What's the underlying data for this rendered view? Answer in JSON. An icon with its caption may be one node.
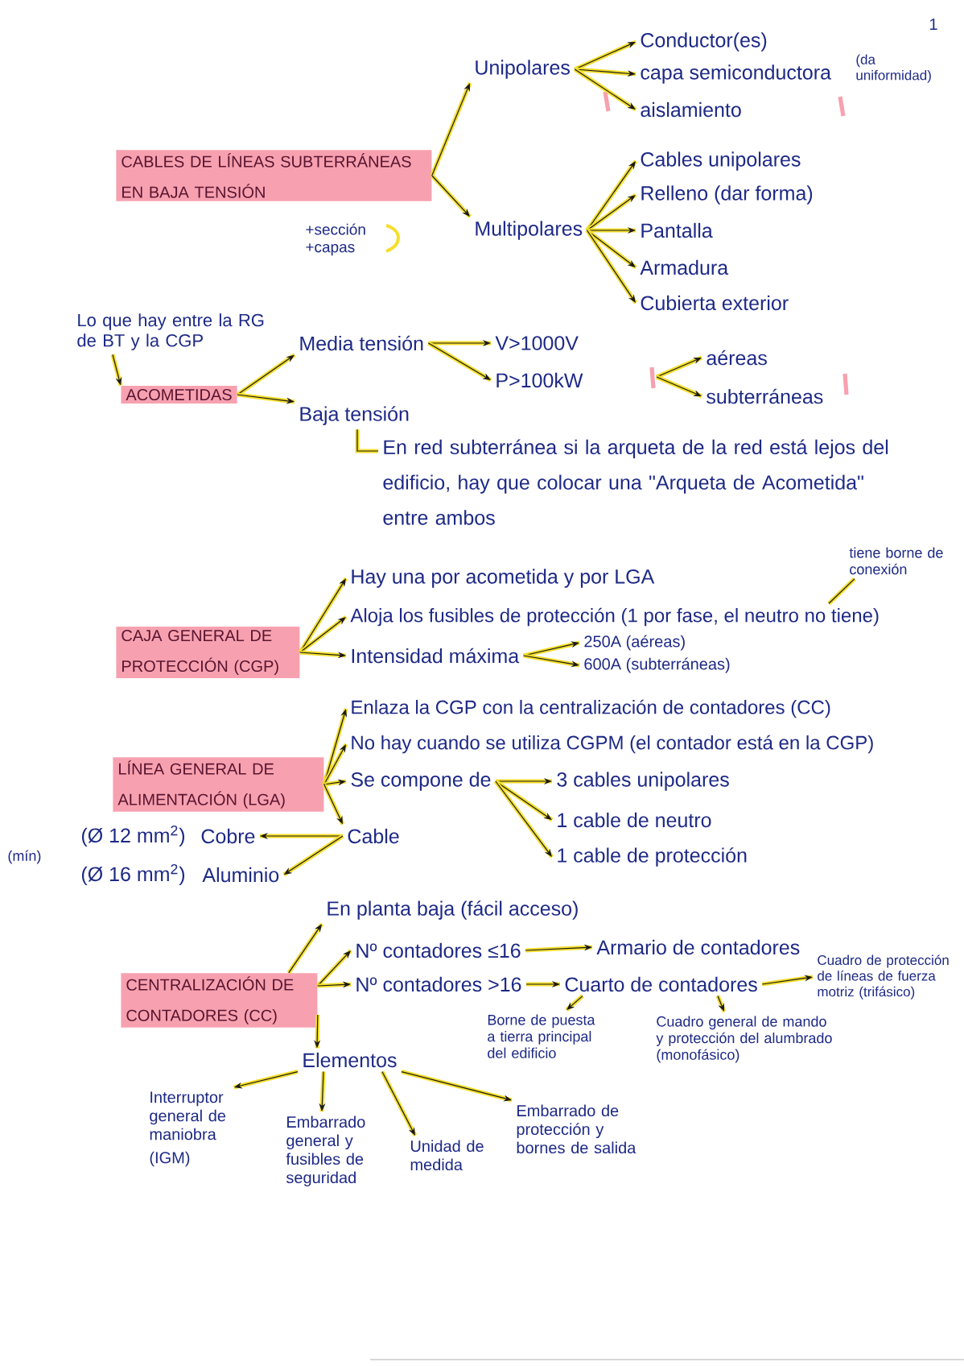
{
  "diagram": {
    "nodes": [
      {
        "text": [
          "CABLES DE LÍNEAS SUBTERRÁNEAS EN BAJA TENSIÓN"
        ]
      },
      {
        "text": [
          "Unipolares"
        ]
      },
      {
        "text": [
          "Conductor(es)"
        ]
      },
      {
        "text": [
          "capa semiconductora"
        ],
        "beside": [
          "(da uniformidad)"
        ]
      },
      {
        "text": [
          "aislamiento"
        ]
      },
      {
        "text": [
          "Multipolares"
        ]
      },
      {
        "text": [
          "Cables unipolares"
        ]
      },
      {
        "text": [
          "Relleno (dar forma)"
        ]
      },
      {
        "text": [
          "Pantalla"
        ]
      },
      {
        "text": [
          "Armadura"
        ]
      },
      {
        "text": [
          "Cubierta exterior"
        ]
      },
      {
        "text": [
          "Lo que hay entre la RG de BT y la CGP"
        ]
      },
      {
        "text": [
          "ACOMETIDAS"
        ]
      },
      {
        "text": [
          "Media tensión"
        ]
      },
      {
        "text": [
          "Baja tensión"
        ]
      },
      {
        "text": [
          "V>1000V"
        ]
      },
      {
        "text": [
          "P>100kW"
        ]
      },
      {
        "text": [
          "aéreas"
        ]
      },
      {
        "text": [
          "subterráneas"
        ]
      },
      {
        "text": [
          "En red subterránea si la arqueta de la red está lejos del edificio, hay que colocar una \"Arqueta de Acometida\" entre ambos"
        ]
      },
      {
        "text": [
          "CAJA GENERAL DE PROTECCIÓN (CGP)"
        ]
      },
      {
        "text": [
          "Hay una por acometida y por LGA"
        ]
      },
      {
        "text": [
          "Aloja los fusibles de protección (1 por fase, el neutro no tiene)"
        ]
      },
      {
        "text": [
          "tiene borne de conexión"
        ]
      },
      {
        "text": [
          "Intensidad máxima"
        ]
      },
      {
        "text": [
          "250A (aéreas)"
        ]
      },
      {
        "text": [
          "600A (subterráneas)"
        ]
      },
      {
        "text": [
          "LÍNEA GENERAL DE ALIMENTACIÓN (LGA)"
        ]
      },
      {
        "text": [
          "Enlaza la CGP con la centralización de contadores (CC)"
        ]
      },
      {
        "text": [
          "No hay cuando se utiliza CGPM (el contador está en la CGP)"
        ]
      },
      {
        "text": [
          "Se compone de"
        ]
      },
      {
        "text": [
          "3 cables unipolares"
        ]
      },
      {
        "text": [
          "1 cable de neutro"
        ]
      },
      {
        "text": [
          "1 cable de protección"
        ]
      },
      {
        "text": [
          "Cable"
        ]
      },
      {
        "text": [
          "Cobre"
        ],
        "beside": [
          "(Ø 12 mm$^{2}$)"
        ]
      },
      {
        "text": [
          "Aluminio"
        ],
        "beside": [
          "(Ø 16 mm$^{2}$)"
        ]
      },
      {
        "text": [
          "CENTRALIZACIÓN DE CONTADORES (CC)"
        ]
      },
      {
        "text": [
          "En planta baja (fácil acceso)"
        ]
      },
      {
        "text": [
          "Nº contadores ≤16"
        ]
      },
      {
        "text": [
          "Armario de contadores"
        ]
      },
      {
        "text": [
          "Nº contadores >16"
        ]
      },
      {
        "text": [
          "Cuarto de contadores"
        ]
      },
      {
        "text": [
          "Cuadro de protección de líneas de fuerza motriz (trifásico)"
        ]
      },
      {
        "text": [
          "Borne de puesta a tierra principal del edificio"
        ]
      },
      {
        "text": [
          "Cuadro general de mando y protección del alumbrado (monofásico)"
        ]
      },
      {
        "text": [
          "Elementos"
        ]
      },
      {
        "text": [
          "Interruptor general de maniobra",
          "(IGM)"
        ]
      },
      {
        "text": [
          "Embarrado general y fusibles de seguridad"
        ]
      },
      {
        "text": [
          "Unidad de medida"
        ]
      },
      {
        "text": [
          "Embarrado de protección y bornes de salida"
        ]
      }
    ],
    "edges": [
      {
        "from": 0,
        "to": 1,
        "arrow": "to"
      },
      {
        "from": 0,
        "to": 5,
        "arrow": "to"
      },
      {
        "from": 1,
        "to": 2,
        "arrow": "to"
      },
      {
        "from": 1,
        "to": 3,
        "arrow": "to"
      },
      {
        "from": 1,
        "to": 4,
        "arrow": "to"
      },
      {
        "from": 5,
        "to": 6,
        "arrow": "to"
      },
      {
        "from": 5,
        "to": 7,
        "arrow": "to"
      },
      {
        "from": 5,
        "to": 8,
        "arrow": "to"
      },
      {
        "from": 5,
        "to": 9,
        "arrow": "to"
      },
      {
        "from": 5,
        "to": 10,
        "arrow": "to"
      },
      {
        "from": 11,
        "to": 12,
        "arrow": "to"
      },
      {
        "from": 12,
        "to": 13,
        "arrow": "to"
      },
      {
        "from": 12,
        "to": 14,
        "arrow": "to"
      },
      {
        "from": 13,
        "to": 15,
        "arrow": "to"
      },
      {
        "from": 13,
        "to": 16,
        "arrow": "to"
      },
      {
        "from": null,
        "to": 17,
        "arrow": "to"
      },
      {
        "from": null,
        "to": 18,
        "arrow": "to"
      },
      {
        "from": 14,
        "to": 19,
        "arrow": "none"
      },
      {
        "from": 23,
        "to": 22,
        "arrow": "none"
      },
      {
        "from": 20,
        "to": 21,
        "arrow": "to"
      },
      {
        "from": 20,
        "to": 22,
        "arrow": "to"
      },
      {
        "from": 20,
        "to": 24,
        "arrow": "to"
      },
      {
        "from": 24,
        "to": 25,
        "arrow": "to"
      },
      {
        "from": 24,
        "to": 26,
        "arrow": "to"
      },
      {
        "from": 27,
        "to": 28,
        "arrow": "to"
      },
      {
        "from": 27,
        "to": 29,
        "arrow": "to"
      },
      {
        "from": 27,
        "to": 30,
        "arrow": "to"
      },
      {
        "from": 27,
        "to": 34,
        "arrow": "to"
      },
      {
        "from": 30,
        "to": 31,
        "arrow": "to"
      },
      {
        "from": 30,
        "to": 32,
        "arrow": "to"
      },
      {
        "from": 30,
        "to": 33,
        "arrow": "to"
      },
      {
        "from": 34,
        "to": 35,
        "arrow": "to"
      },
      {
        "from": 34,
        "to": 36,
        "arrow": "to"
      },
      {
        "from": 37,
        "to": 38,
        "arrow": "to"
      },
      {
        "from": 37,
        "to": 39,
        "arrow": "to"
      },
      {
        "from": 37,
        "to": 41,
        "arrow": "to"
      },
      {
        "from": 37,
        "to": 46,
        "arrow": "to"
      },
      {
        "from": 39,
        "to": 40,
        "arrow": "to"
      },
      {
        "from": 41,
        "to": 42,
        "arrow": "to"
      },
      {
        "from": 42,
        "to": 43,
        "arrow": "to"
      },
      {
        "from": 42,
        "to": 44,
        "arrow": "to"
      },
      {
        "from": 42,
        "to": 45,
        "arrow": "to"
      },
      {
        "from": 46,
        "to": 47,
        "arrow": "to"
      },
      {
        "from": 46,
        "to": 48,
        "arrow": "to"
      },
      {
        "from": 46,
        "to": 49,
        "arrow": "to"
      },
      {
        "from": 46,
        "to": 50,
        "arrow": "to"
      }
    ],
    "labels": [
      "1",
      "+sección +capas",
      "(mín)"
    ]
  }
}
